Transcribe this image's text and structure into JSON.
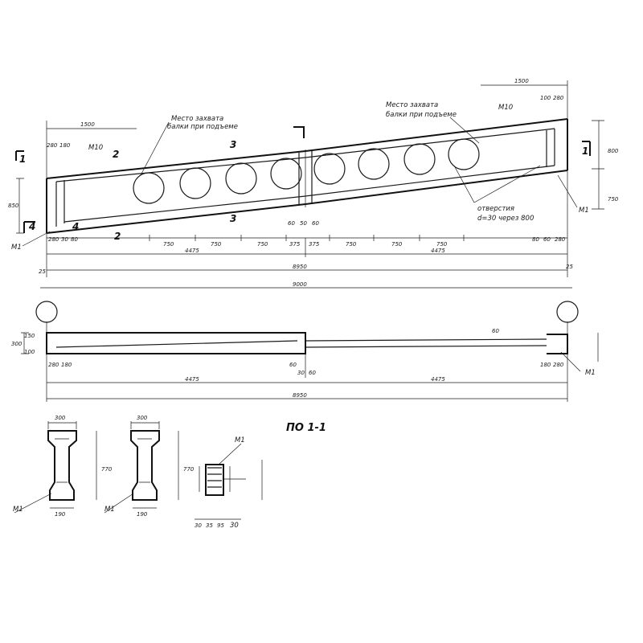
{
  "title": "ПО 1-1",
  "notes": {
    "grip_left_1": "Место захвата",
    "grip_left_2": "балки при подъеме",
    "grip_right_1": "Место захвата",
    "grip_right_2": "балки при подъеме",
    "holes_1": "отверстия",
    "holes_2": "d=30 через 800"
  },
  "marks": {
    "m1": "М1",
    "m10": "М10",
    "sec1": "1",
    "sec2": "2",
    "sec3": "3",
    "sec4": "4"
  },
  "dims_top": {
    "d1500_left": "1500",
    "d1500_right": "1500",
    "d280": "280",
    "d180": "180",
    "d100_r": "100",
    "d280_r": "280",
    "d850": "850",
    "d800": "800",
    "d750_v": "750",
    "h750_1": "750",
    "h750_2": "750",
    "h750_3": "750",
    "h375_l": "375",
    "h375_r": "375",
    "h750_4": "750",
    "h750_5": "750",
    "h750_6": "750",
    "d60": "60",
    "d50": "50",
    "d60b": "60",
    "b280": "280",
    "b30": "30",
    "b80": "80",
    "r80": "80",
    "r60": "60",
    "r280": "280",
    "half_l": "4475",
    "half_r": "4475",
    "total_8950": "8950",
    "total_9000": "9000",
    "end_25": "25",
    "end_25r": "25"
  },
  "dims_plan": {
    "h300": "300",
    "h150": "150",
    "h100": "100",
    "p280": "280",
    "p180": "180",
    "p60": "60",
    "p30": "30",
    "p60b": "60",
    "p60c": "60",
    "r180": "180",
    "r280": "280",
    "half_l": "4475",
    "half_r": "4475",
    "total": "8950"
  },
  "dims_sections": {
    "s1_300": "300",
    "s1_770": "770",
    "s1_190": "190",
    "s2_300": "300",
    "s2_770": "770",
    "s2_190": "190",
    "d30": "30",
    "d35": "35",
    "d95": "95",
    "d30b": "30"
  }
}
